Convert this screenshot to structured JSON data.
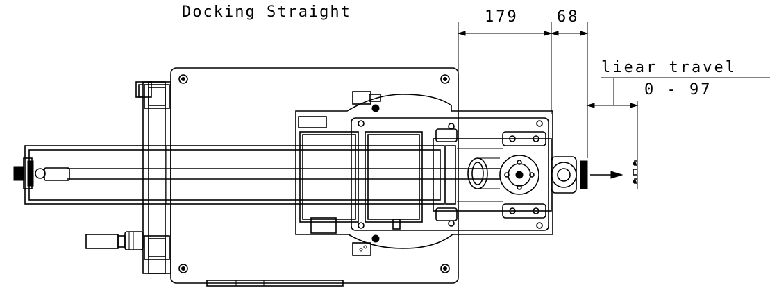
{
  "title": "Docking Straight",
  "dimensions": {
    "d1": "179",
    "d2": "68",
    "travel_label": "liear travel",
    "travel_range": "0 - 97"
  }
}
